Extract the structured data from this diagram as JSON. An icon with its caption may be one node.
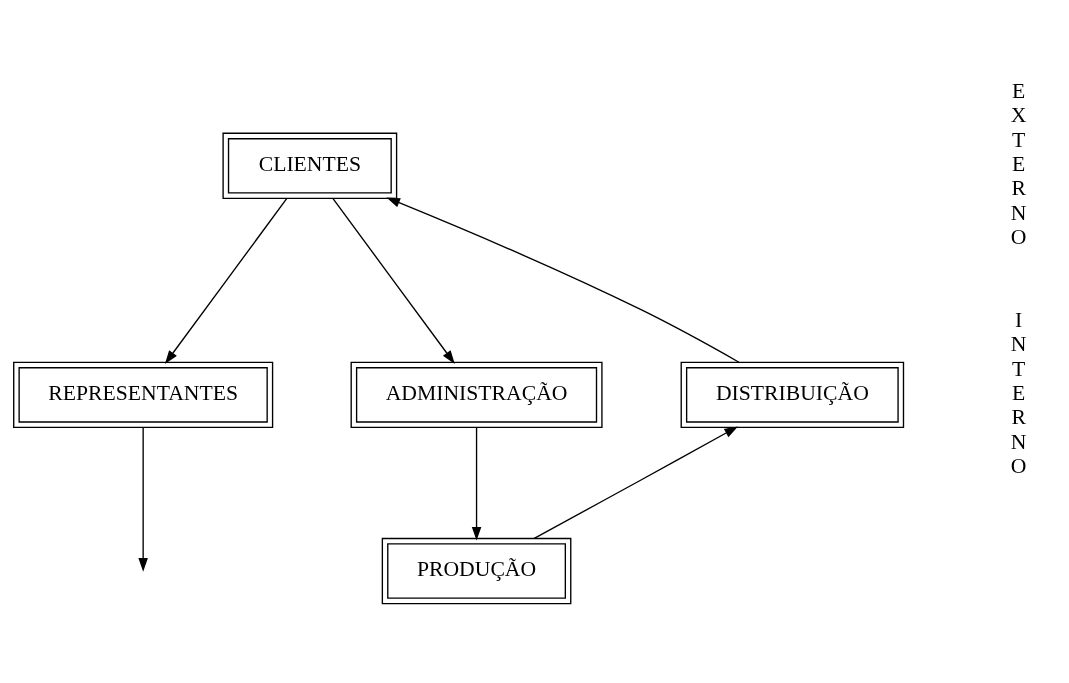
{
  "diagram": {
    "nodes": [
      {
        "text": [
          "CLIENTES"
        ]
      },
      {
        "text": [
          "REPRESENTANTES"
        ]
      },
      {
        "text": [
          "DISTRIBUIÇÃO"
        ]
      },
      {
        "text": [
          "ADMINISTRAÇÃO"
        ]
      },
      {
        "text": [
          "PRODUÇÃO"
        ]
      }
    ],
    "edges": [
      {
        "from": 0,
        "to": 1,
        "arrow": "to"
      },
      {
        "from": 1,
        "to": null,
        "arrow": "to"
      },
      {
        "from": 0,
        "to": 3,
        "arrow": "to"
      },
      {
        "from": 3,
        "to": 4,
        "arrow": "to"
      },
      {
        "from": 4,
        "to": 2,
        "arrow": "to"
      },
      {
        "from": 2,
        "to": 0,
        "arrow": "to"
      }
    ],
    "labels": [
      "EXTERNO",
      "INTERNO"
    ]
  }
}
